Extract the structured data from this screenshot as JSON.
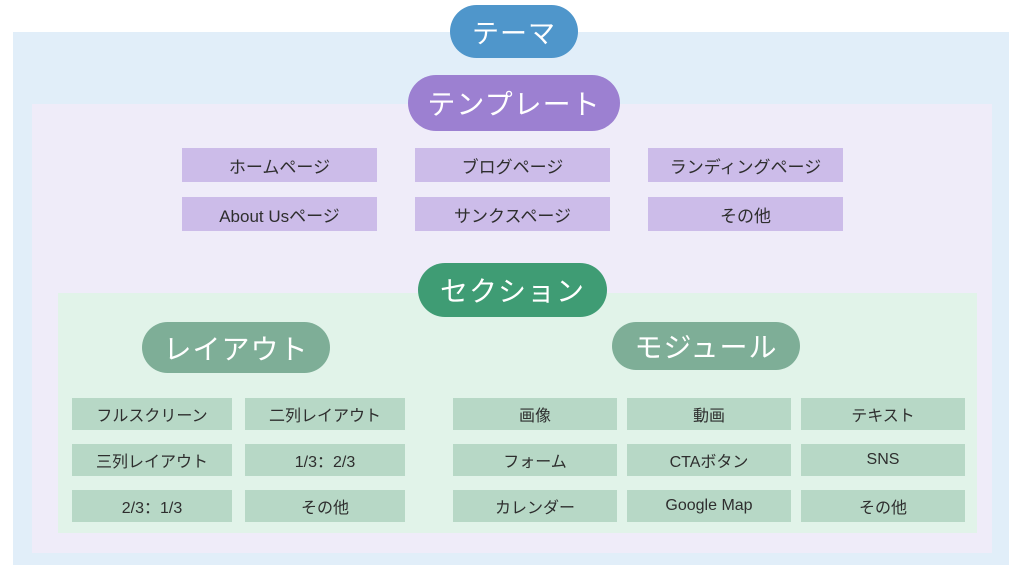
{
  "colors": {
    "outer-bg": "#e1eef9",
    "template-bg": "#efecf9",
    "section-bg": "#e1f3e9",
    "theme-badge": "#4f96cb",
    "template-badge": "#9c80d1",
    "template-item": "#ccbce9",
    "section-badge": "#3f9c74",
    "sub-badge": "#7eae97",
    "section-item": "#b7d8c6",
    "badge-text": "#ffffff",
    "item-text": "#2e2e2e"
  },
  "theme": {
    "label": "テーマ"
  },
  "template": {
    "label": "テンプレート",
    "items": [
      "ホームページ",
      "ブログページ",
      "ランディングページ",
      "About Usページ",
      "サンクスページ",
      "その他"
    ]
  },
  "section": {
    "label": "セクション",
    "layout": {
      "label": "レイアウト",
      "items": [
        "フルスクリーン",
        "二列レイアウト",
        "三列レイアウト",
        "1/3：2/3",
        "2/3：1/3",
        "その他"
      ]
    },
    "module": {
      "label": "モジュール",
      "items": [
        "画像",
        "動画",
        "テキスト",
        "フォーム",
        "CTAボタン",
        "SNS",
        "カレンダー",
        "Google Map",
        "その他"
      ]
    }
  }
}
